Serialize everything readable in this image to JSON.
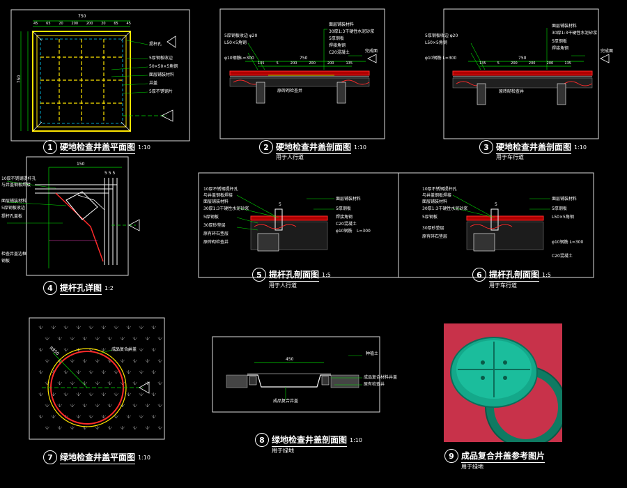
{
  "drawings": [
    {
      "num": "1",
      "title": "硬地检查井盖平面图",
      "scale": "1:10",
      "subtitle": ""
    },
    {
      "num": "2",
      "title": "硬地检查井盖剖面图",
      "scale": "1:10",
      "subtitle": "用于人行道"
    },
    {
      "num": "3",
      "title": "硬地检查井盖剖面图",
      "scale": "1:10",
      "subtitle": "用于车行道"
    },
    {
      "num": "4",
      "title": "提杆孔详图",
      "scale": "1:2",
      "subtitle": ""
    },
    {
      "num": "5",
      "title": "提杆孔剖面图",
      "scale": "1:5",
      "subtitle": "用于人行道"
    },
    {
      "num": "6",
      "title": "提杆孔剖面图",
      "scale": "1:5",
      "subtitle": "用于车行道"
    },
    {
      "num": "7",
      "title": "绿地检查井盖平面图",
      "scale": "1:10",
      "subtitle": ""
    },
    {
      "num": "8",
      "title": "绿地检查井盖剖面图",
      "scale": "1:10",
      "subtitle": "用于绿地"
    },
    {
      "num": "9",
      "title": "成品复合井盖参考图片",
      "scale": "",
      "subtitle": "用于绿地"
    }
  ],
  "dims": {
    "d1_top": "750",
    "d1_segments": [
      "45",
      "65",
      "20",
      "200",
      "200",
      "20",
      "65",
      "45"
    ],
    "d1_side": "750",
    "d2_total": "750",
    "d2_segments": [
      "135",
      "5",
      "200",
      "200",
      "200",
      "135"
    ],
    "d3_total": "750",
    "d3_segments": [
      "135",
      "5",
      "200",
      "200",
      "200",
      "135"
    ],
    "d4_top": "150",
    "d4_small": "5 5 5",
    "d5_gap": "5",
    "d6_gap": "5",
    "d8_width": "450"
  },
  "labels": {
    "p1": [
      "提杆孔",
      "5厚钢板收边",
      "50×50×5角钢",
      "面层铺装材料",
      "井盖",
      "5厚不锈钢片"
    ],
    "p2_left": [
      "5厚钢板收边 φ20",
      "L50×5角钢",
      "φ10钢筋",
      "L=300"
    ],
    "p2_right": [
      "面层铺装材料",
      "30厚1:3干硬性水泥砂浆",
      "5厚钢板",
      "焊接角钢",
      "C20混凝土"
    ],
    "p2_mark": "完成面",
    "p2_bottom": "原砖砌检查井",
    "p3_left": [
      "5厚钢板收边 φ20",
      "L50×5角钢",
      "φ10钢筋 L=300"
    ],
    "p3_right": [
      "面层铺装材料",
      "30厚1:3干硬性水泥砂浆",
      "5厚钢板",
      "焊接角钢"
    ],
    "p3_mark": "完成面",
    "p3_bottom": "原砖砌检查井",
    "p4": [
      "10厚不锈钢提杆孔",
      "与井盖钢板焊接",
      "面层铺装材料",
      "5厚钢板收边",
      "提杆孔盖板"
    ],
    "p4_bottom": [
      "检查井盖边框",
      "钢板"
    ],
    "p5_left": [
      "10厚不锈钢提杆孔",
      "与井盖钢板焊接",
      "面层铺装材料",
      "30厚1:3干硬性水泥砂浆",
      "5厚钢板",
      "30厚砂垫层",
      "原有碎石垫层",
      "原砖砌检查井"
    ],
    "p5_right": [
      "面层铺装材料",
      "5厚钢板",
      "焊接角钢",
      "C20混凝土",
      "φ10钢筋",
      "L=300"
    ],
    "p6_left": [
      "10厚不锈钢提杆孔",
      "与井盖钢板焊接",
      "面层铺装材料",
      "30厚1:3干硬性水泥砂浆",
      "5厚钢板",
      "30厚砂垫层",
      "原有碎石垫层"
    ],
    "p6_right": [
      "面层铺装材料",
      "5厚钢板",
      "L50×5角钢",
      "φ10钢筋 L=300",
      "C20混凝土"
    ],
    "p7": "成品复合井盖",
    "p7_dim": "R350",
    "p8_right": [
      "种植土",
      "成品复合材料井盖",
      "原有检查井"
    ],
    "p8_bottom": "成品复合井盖"
  },
  "colors": {
    "frame": "#dddddd",
    "green": "#00e000",
    "yellow": "#ffe600",
    "red": "#ff2a2a",
    "cyan": "#00d4ff",
    "magenta": "#ff44cc",
    "teal_cover": "#14a88a",
    "photo_bg": "#c8324a"
  }
}
